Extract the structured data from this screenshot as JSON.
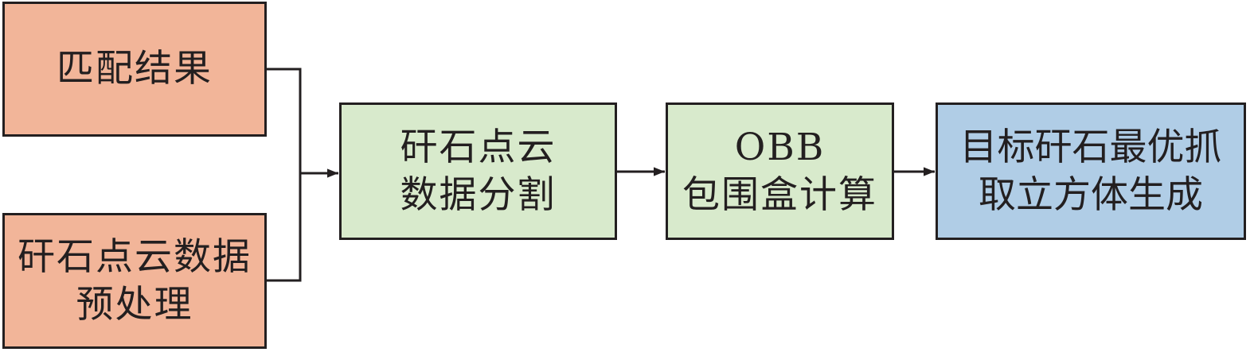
{
  "colors": {
    "input_fill": "#f2b599",
    "process_fill": "#d8eacc",
    "output_fill": "#b0cde6",
    "line": "#231f20"
  },
  "nodes": {
    "match": {
      "lines": [
        "匹配结果"
      ]
    },
    "preprocess": {
      "lines": [
        "矸石点云数据",
        "预处理"
      ]
    },
    "segment": {
      "lines": [
        "矸石点云",
        "数据分割"
      ]
    },
    "obb": {
      "lines": [
        "OBB",
        "包围盒计算"
      ]
    },
    "grasp": {
      "lines": [
        "目标矸石最优抓",
        "取立方体生成"
      ]
    }
  },
  "edges": [
    {
      "from": "match",
      "to": "segment"
    },
    {
      "from": "preprocess",
      "to": "segment"
    },
    {
      "from": "segment",
      "to": "obb"
    },
    {
      "from": "obb",
      "to": "grasp"
    }
  ]
}
